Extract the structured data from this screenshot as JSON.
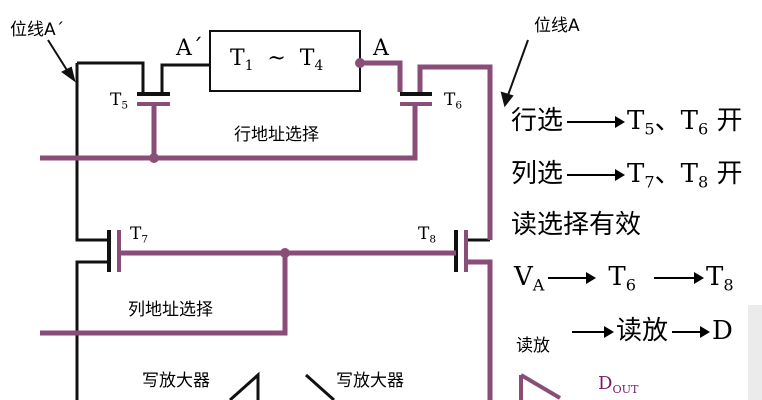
{
  "labels": {
    "bitline_a_prime": "位线A´",
    "bitline_a": "位线A",
    "node_a_prime": "A´",
    "node_a": "A",
    "box_t1": "T",
    "box_t1_sub": "1",
    "box_tilde": "~",
    "box_t4": "T",
    "box_t4_sub": "4",
    "t5": "T",
    "t5_sub": "5",
    "t6": "T",
    "t6_sub": "6",
    "t7": "T",
    "t7_sub": "7",
    "t8": "T",
    "t8_sub": "8",
    "row_addr_select": "行地址选择",
    "col_addr_select": "列地址选择",
    "write_amp_left": "写放大器",
    "write_amp_right": "写放大器",
    "read_amp": "读放",
    "dout": "D",
    "dout_sub": "OUT"
  },
  "steps": {
    "row": {
      "a": "行选",
      "b": "T",
      "b_sub": "5",
      "sep": "、",
      "c": "T",
      "c_sub": "6",
      "d": "开"
    },
    "col": {
      "a": "列选",
      "b": "T",
      "b_sub": "7",
      "sep": "、",
      "c": "T",
      "c_sub": "8",
      "d": "开"
    },
    "read_valid": "读选择有效",
    "va": {
      "a": "V",
      "a_sub": "A",
      "b": "T",
      "b_sub": "6",
      "c": "T",
      "c_sub": "8"
    },
    "readout": {
      "a": "读放",
      "b": "D"
    }
  },
  "colors": {
    "wire_purple": "#8a4d78",
    "wire_black": "#111111",
    "dout_text": "#7a1a63"
  }
}
